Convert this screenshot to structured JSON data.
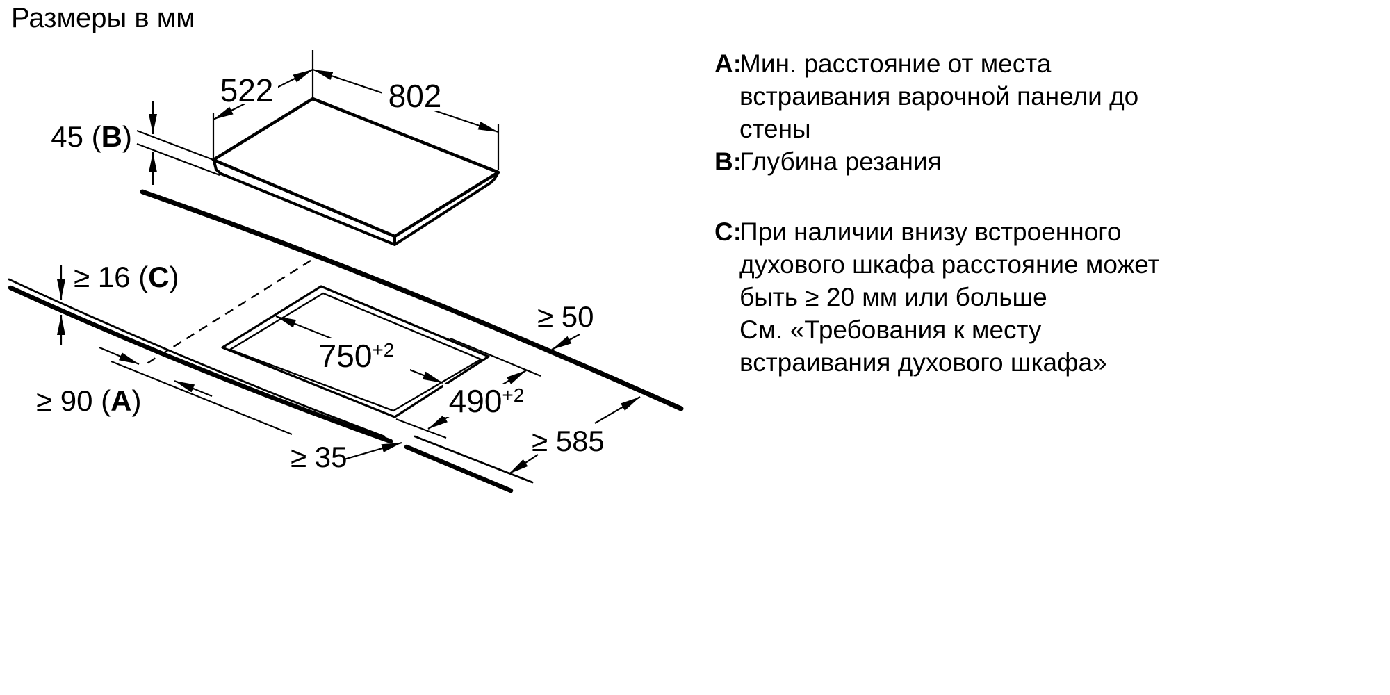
{
  "title": "Размеры в мм",
  "diagram": {
    "dimensions": {
      "hob_depth": "522",
      "hob_width": "802",
      "hob_height": {
        "prefix": "45 (",
        "bold": "B",
        "suffix": ")"
      },
      "worktop_thickness": {
        "prefix": "≥ 16 (",
        "bold": "C",
        "suffix": ")"
      },
      "wall_distance_front": {
        "prefix": "≥ 90 (",
        "bold": "A",
        "suffix": ")"
      },
      "cutout_length": {
        "value": "750",
        "tolerance": "+2"
      },
      "cutout_width": {
        "value": "490",
        "tolerance": "+2"
      },
      "back_clearance": "≥ 50",
      "worktop_depth": "≥ 585",
      "front_clearance": "≥ 35"
    }
  },
  "legend": {
    "items": [
      {
        "key": "A:",
        "lines": [
          "Мин. расстояние от места",
          "встраивания варочной панели до",
          "стены"
        ]
      },
      {
        "key": "B:",
        "lines": [
          "Глубина резания"
        ]
      },
      {
        "key": "C:",
        "lines": [
          "При наличии внизу встроенного",
          "духового шкафа расстояние может",
          "быть ≥ 20 мм или больше",
          "См. «Требования к месту",
          "встраивания духового шкафа»"
        ]
      }
    ]
  },
  "colors": {
    "ink": "#000000",
    "background": "#ffffff"
  }
}
